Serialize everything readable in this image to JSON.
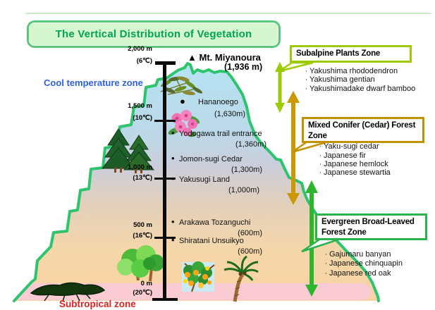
{
  "title": "The Vertical Distribution of Vegetation",
  "labels": {
    "cool_zone": "Cool temperature zone",
    "subtropical_zone": "Subtropical zone"
  },
  "summit": {
    "marker": "▲",
    "name": "Mt. Miyanoura",
    "elevation": "(1,936 m)"
  },
  "axis": {
    "ticks": [
      {
        "elev": "2,000 m",
        "temp": "(6℃)"
      },
      {
        "elev": "1,500 m",
        "temp": "(10℃)"
      },
      {
        "elev": "1,000 m",
        "temp": "(13℃)"
      },
      {
        "elev": "500 m",
        "temp": "(16℃)"
      },
      {
        "elev": "0 m",
        "temp": "(20℃)"
      }
    ]
  },
  "places": [
    {
      "bullet": "●",
      "name": "Hananoego",
      "elev": "(1,630m)"
    },
    {
      "bullet": "•",
      "name": "Yodogawa trail entrance",
      "elev": "(1,360m)"
    },
    {
      "bullet": "•",
      "name": "Jomon-sugi Cedar",
      "elev": "(1,300m)"
    },
    {
      "bullet": "•",
      "name": "Yakusugi Land",
      "elev": "(1,000m)"
    },
    {
      "bullet": "•",
      "name": "Arakawa Tozanguchi",
      "elev": "(600m)"
    },
    {
      "bullet": "•",
      "name": "Shiratani Unsuikyo",
      "elev": "(600m)"
    }
  ],
  "list_bullet": "·",
  "callouts": [
    {
      "title": "Subalpine Plants Zone",
      "items": [
        "Yakushima rhododendron",
        "Yakushima gentian",
        "Yakushimadake dwarf bamboo"
      ]
    },
    {
      "title": "Mixed Conifer (Cedar) Forest Zone",
      "items": [
        "Yaku-sugi cedar",
        "Japanese fir",
        "Japanese hemlock",
        "Japanese stewartia"
      ]
    },
    {
      "title": "Evergreen Broad-Leaved Forest Zone",
      "items": [
        "Gajumaru banyan",
        "Japanese chinquapin",
        "Japanese red oak"
      ]
    }
  ],
  "icons": [
    "bamboo-grass-icon",
    "rhododendron-flower-icon",
    "conifer-trees-icon",
    "broadleaf-trees-icon",
    "citrus-tree-icon",
    "palm-tree-icon",
    "banyan-tree-icon",
    "summit-triangle-icon"
  ],
  "colors": {
    "title_green": "#00A550",
    "outline_green": "#2EC46E",
    "cool_blue": "#3060E0",
    "subtropical_red": "#DD2222",
    "subalpine_border": "#9BCB00",
    "conifer_border": "#C39200",
    "evergreen_border": "#2AB44E",
    "arrow_subalpine": "#9BCB00",
    "arrow_conifer": "#CC9900",
    "arrow_evergreen": "#2DB52D",
    "mountain_top": "#B5E4F4",
    "mountain_mid": "#E4D0BA",
    "mountain_low": "#F8D2A2",
    "subtropical_band": "#FBCBD4"
  }
}
